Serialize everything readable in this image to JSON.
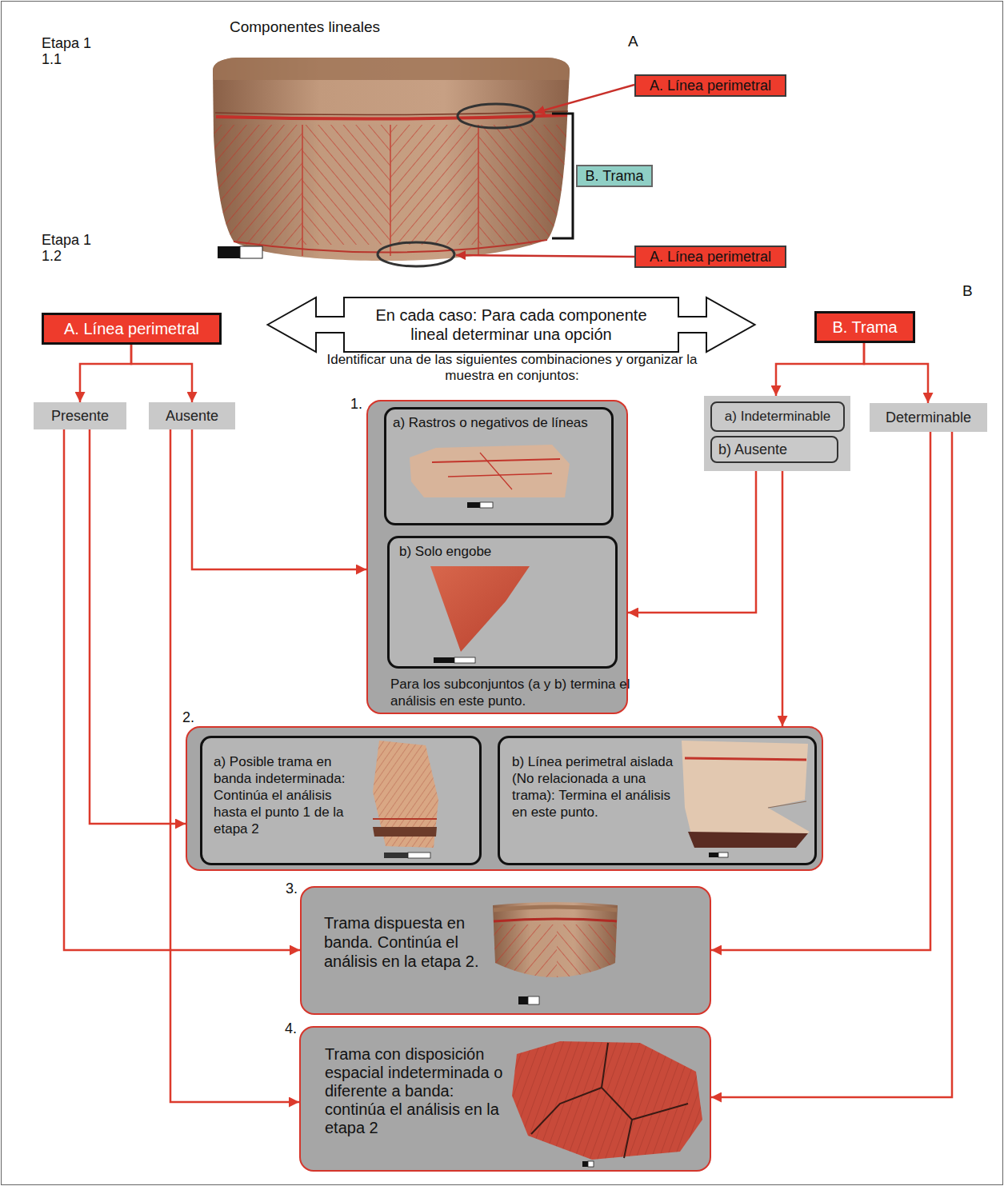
{
  "diagram": {
    "nodes": [
      {
        "text": [
          "A. Línea perimetral"
        ]
      },
      {
        "text": [
          "B. Trama"
        ]
      },
      {
        "text": [
          "A. Línea perimetral"
        ]
      },
      {
        "text": [
          "A. Línea perimetral"
        ]
      },
      {
        "text": [
          "En cada caso: Para cada componente lineal determinar una opción"
        ]
      },
      {
        "text": [
          "B. Trama"
        ]
      },
      {
        "text": [
          "Presente"
        ]
      },
      {
        "text": [
          "Ausente"
        ]
      },
      {
        "text": []
      },
      {
        "text": [
          "a) Indeterminable"
        ],
        "in": 8
      },
      {
        "text": [
          "b) Ausente"
        ],
        "in": 8
      },
      {
        "text": [
          "Determinable"
        ]
      },
      {
        "text": [
          "1.",
          "Para los subconjuntos (a y b) termina el análisis en este punto."
        ]
      },
      {
        "text": [
          "a) Rastros o negativos de líneas"
        ],
        "in": 12
      },
      {
        "text": [
          "b) Solo engobe"
        ],
        "in": 12
      },
      {
        "text": [
          "2."
        ]
      },
      {
        "text": [
          "a) Posible trama en banda indeterminada: Continúa el análisis hasta el punto 1 de la etapa 2"
        ],
        "in": 15
      },
      {
        "text": [
          "b) Línea perimetral aislada (No relacionada a una trama): Termina el análisis en este punto."
        ],
        "in": 15
      },
      {
        "text": [
          "3.",
          "Trama dispuesta en banda. Continúa el análisis en la etapa 2."
        ]
      },
      {
        "text": [
          "4.",
          "Trama con disposición espacial indeterminada o diferente a banda: continúa el análisis en la etapa 2"
        ]
      }
    ],
    "edges": [
      {
        "from": 3,
        "to": 6,
        "arrow": "to"
      },
      {
        "from": 3,
        "to": 7,
        "arrow": "to"
      },
      {
        "from": 5,
        "to": 8,
        "arrow": "to"
      },
      {
        "from": 5,
        "to": 11,
        "arrow": "to"
      },
      {
        "from": 6,
        "to": 15,
        "arrow": "to"
      },
      {
        "from": 6,
        "to": 18,
        "arrow": "to"
      },
      {
        "from": 7,
        "to": 12,
        "arrow": "to"
      },
      {
        "from": 7,
        "to": 19,
        "arrow": "to"
      },
      {
        "from": 8,
        "to": 12,
        "arrow": "to"
      },
      {
        "from": 8,
        "to": 15,
        "arrow": "to"
      },
      {
        "from": 11,
        "to": 18,
        "arrow": "to"
      },
      {
        "from": 11,
        "to": 19,
        "arrow": "to"
      }
    ],
    "labels": [
      "Etapa 1 1.1",
      "Componentes lineales",
      "A",
      "Etapa 1 1.2",
      "B",
      "Identificar una de las siguientes combinaciones y organizar la muestra en conjuntos:"
    ]
  }
}
